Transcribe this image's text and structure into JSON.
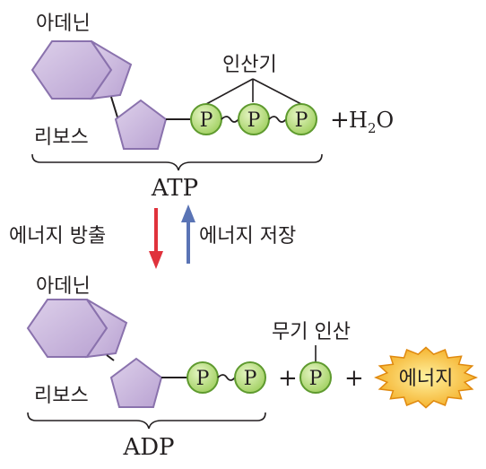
{
  "atp": {
    "adenine_label": "아데닌",
    "ribose_label": "리보스",
    "phosphate_group_label": "인산기",
    "phosphate_symbol": "P",
    "plus": "+",
    "water_h": "H",
    "water_sub": "2",
    "water_o": "O",
    "molecule_name": "ATP"
  },
  "arrows": {
    "release_label": "에너지 방출",
    "storage_label": "에너지 저장"
  },
  "adp": {
    "adenine_label": "아데닌",
    "ribose_label": "리보스",
    "phosphate_symbol": "P",
    "inorganic_phosphate_label": "무기 인산",
    "plus": "+",
    "energy_label": "에너지",
    "molecule_name": "ADP"
  },
  "colors": {
    "ring_fill": "#c9b8dc",
    "ring_stroke": "#8a72ad",
    "phosphate_fill": "#bfe08a",
    "phosphate_stroke": "#5e9a2e",
    "release_arrow": "#e0323c",
    "storage_arrow": "#5a74b5",
    "burst_fill": "#f6c21a",
    "burst_stroke": "#e08a10"
  }
}
